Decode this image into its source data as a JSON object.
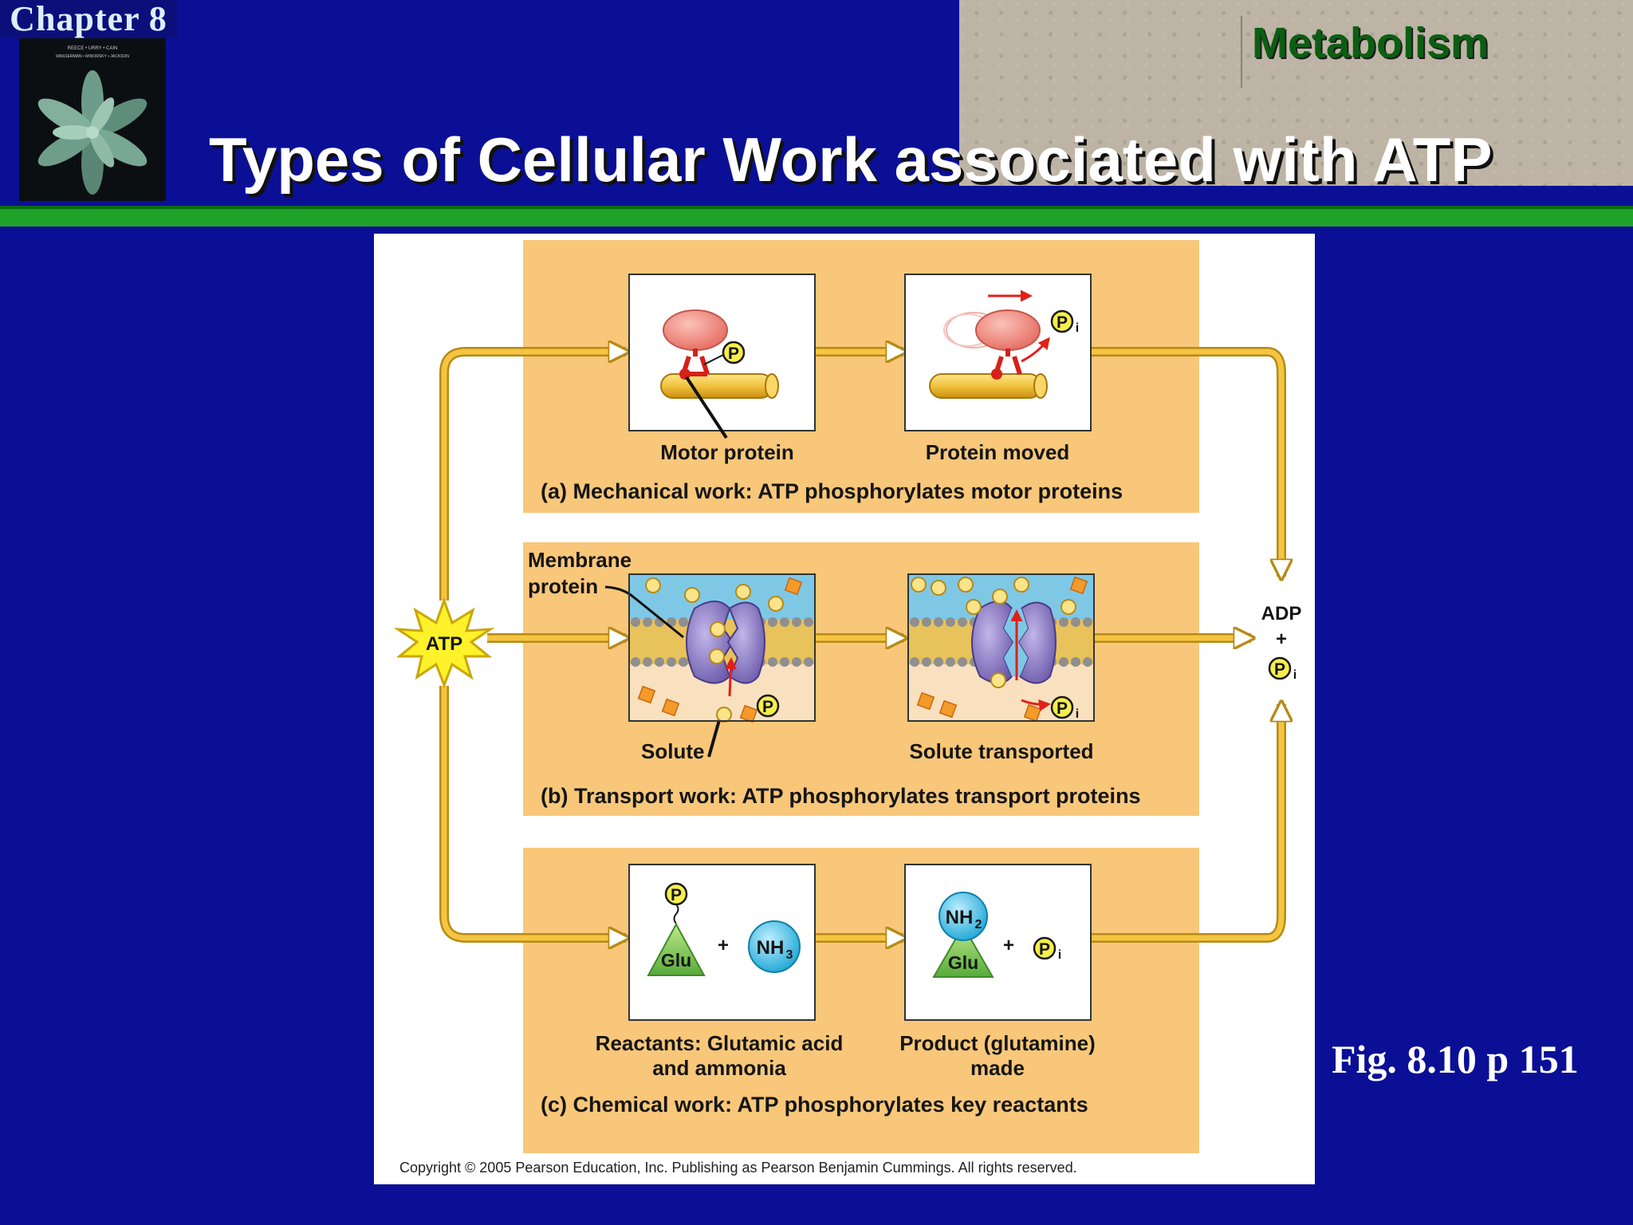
{
  "slide": {
    "chapter": "Chapter 8",
    "section": "Metabolism",
    "title": "Types of Cellular Work associated with ATP",
    "fig_ref": "Fig. 8.10   p 151"
  },
  "cover": {
    "line1": "REECE • URRY • CAIN",
    "line2": "WASSERMAN • MINORSKY • JACKSON"
  },
  "diagram": {
    "atp": "ATP",
    "adp": "ADP",
    "plus": "+",
    "p": "P",
    "i": "i",
    "mechanical": {
      "label_left": "Motor protein",
      "label_right": "Protein moved",
      "caption": "(a) Mechanical work: ATP phosphorylates motor proteins"
    },
    "transport": {
      "membrane_line1": "Membrane",
      "membrane_line2": "protein",
      "label_left": "Solute",
      "label_right": "Solute transported",
      "caption": "(b) Transport work: ATP phosphorylates transport proteins"
    },
    "chemical": {
      "glu": "Glu",
      "nh3": "NH",
      "nh3_sub": "3",
      "nh2": "NH",
      "nh2_sub": "2",
      "reactants_line1": "Reactants: Glutamic acid",
      "reactants_line2": "and ammonia",
      "product_line1": "Product (glutamine)",
      "product_line2": "made",
      "caption": "(c) Chemical work: ATP phosphorylates key reactants"
    },
    "copyright": "Copyright © 2005 Pearson Education, Inc. Publishing as Pearson Benjamin Cummings. All rights reserved."
  },
  "colors": {
    "background": "#0a0f96",
    "panel": "#f8c77a",
    "accent_green": "#1fa22a",
    "flow_arrow": "#f5c542",
    "motor_head": "#ef8a80",
    "filament": "#f2c23e",
    "phosphate": "#f6ee4b",
    "transport_protein": "#8a7ac0"
  }
}
